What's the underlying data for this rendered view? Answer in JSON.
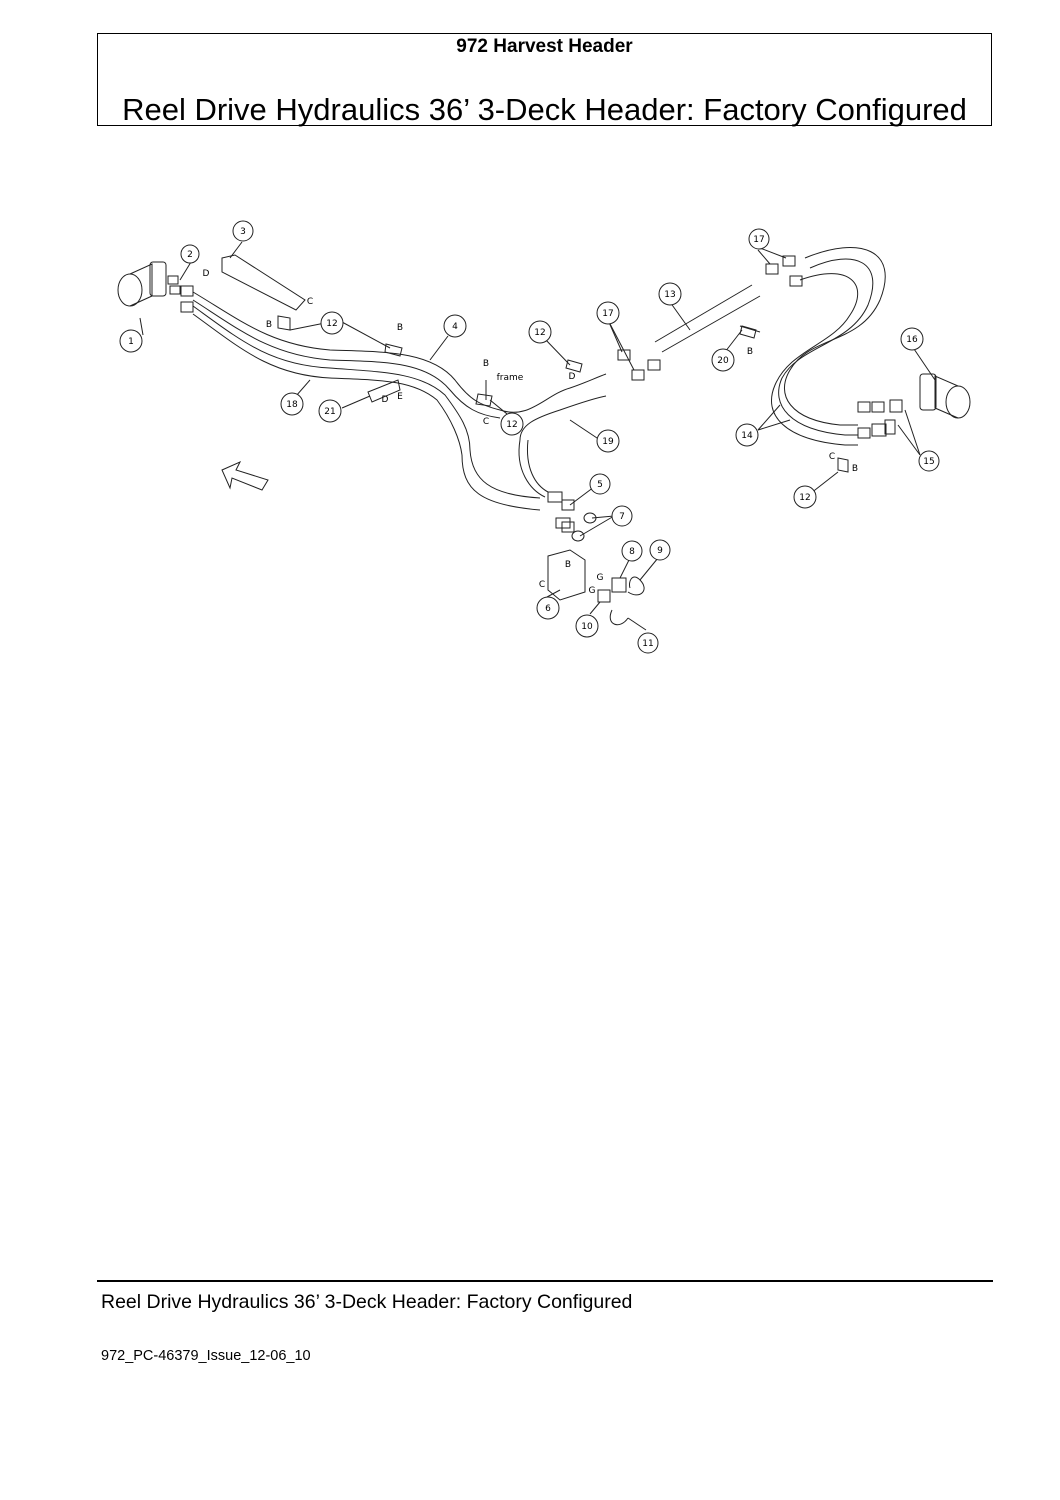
{
  "header": {
    "product": "972 Harvest Header",
    "title": "Reel Drive Hydraulics 36’ 3-Deck Header: Factory Configured"
  },
  "diagram": {
    "callouts": [
      "1",
      "2",
      "3",
      "4",
      "5",
      "6",
      "7",
      "8",
      "9",
      "10",
      "11",
      "12",
      "13",
      "14",
      "15",
      "16",
      "17",
      "18",
      "19",
      "20",
      "21"
    ],
    "repeat_callout_12": "12",
    "repeat_callout_17": "17",
    "ref_letters": {
      "B": "B",
      "C": "C",
      "D": "D",
      "E": "E",
      "G": "G"
    },
    "frame_label": "frame"
  },
  "footer": {
    "title": "Reel Drive Hydraulics 36’ 3-Deck Header: Factory Configured",
    "doc_id": "972_PC-46379_Issue_12-06_10"
  }
}
